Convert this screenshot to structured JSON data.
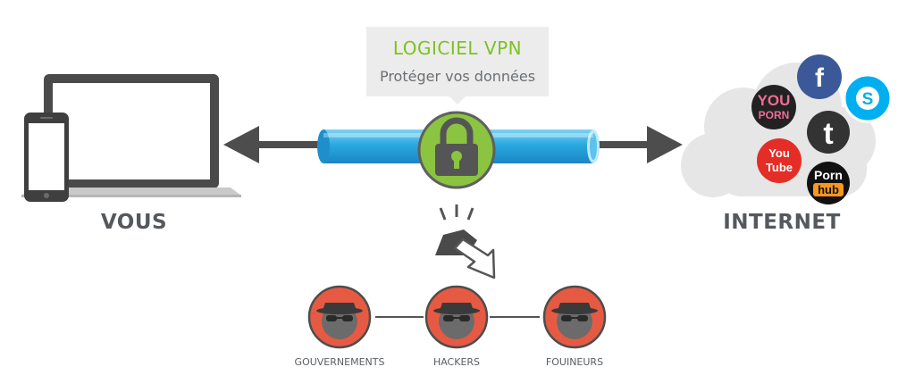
{
  "vpn": {
    "title": "LOGICIEL VPN",
    "subtitle": "Protéger vos données",
    "title_color": "#7dc21e"
  },
  "you": {
    "label": "VOUS"
  },
  "internet": {
    "label": "INTERNET",
    "services": [
      {
        "name": "facebook-icon",
        "text": "f",
        "color": "#3b5998"
      },
      {
        "name": "skype-icon",
        "text": "S",
        "color": "#00aff0"
      },
      {
        "name": "youporn-icon",
        "text_top": "YOU",
        "text_bottom": "PORN",
        "color": "#222222"
      },
      {
        "name": "twitter-icon",
        "text": "t",
        "color": "#333333"
      },
      {
        "name": "youtube-icon",
        "text_top": "You",
        "text_bottom": "Tube",
        "color": "#e52d27"
      },
      {
        "name": "pornhub-icon",
        "text_top": "Porn",
        "text_bottom": "hub",
        "color": "#111111"
      }
    ]
  },
  "threats": [
    {
      "label": "GOUVERNEMENTS"
    },
    {
      "label": "HACKERS"
    },
    {
      "label": "FOUINEURS"
    }
  ],
  "colors": {
    "tunnel": "#29a8e0",
    "lock_circle": "#8ac441",
    "threat_circle": "#e65a43",
    "device": "#4a4a4a",
    "cloud": "#e6e6e6",
    "arrow": "#4d4d4d"
  }
}
